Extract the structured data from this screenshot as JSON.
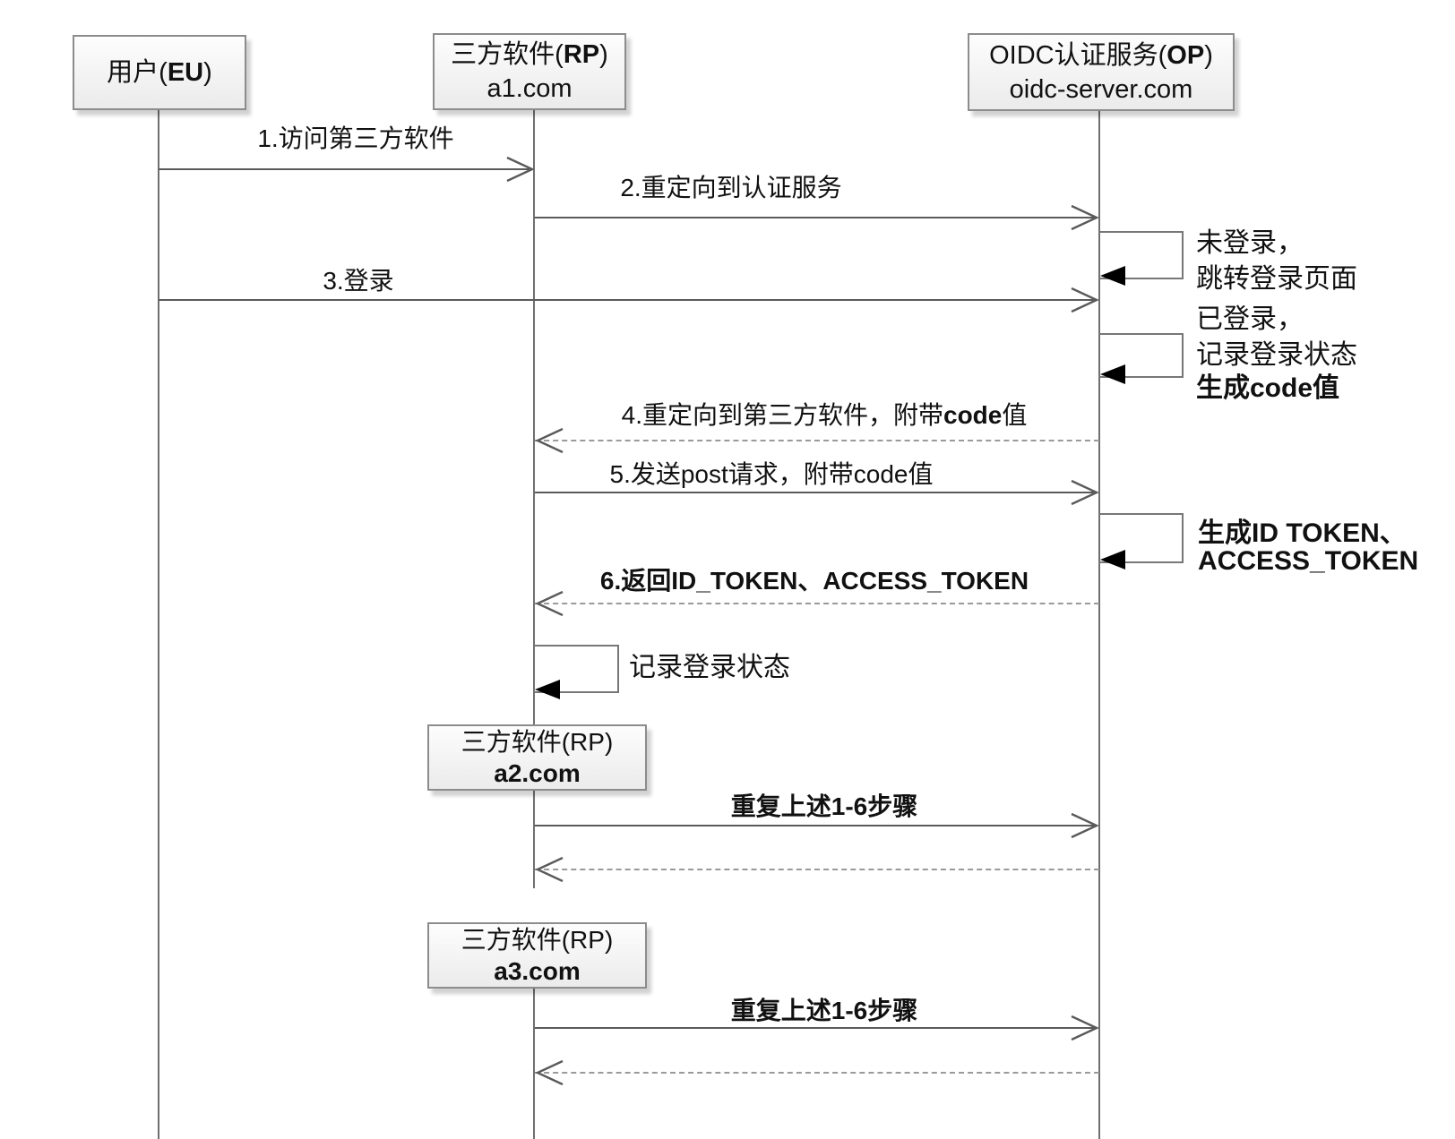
{
  "diagram": {
    "type": "sequence",
    "actors": {
      "eu": {
        "line1_pre": "用户(",
        "line1_bold": "EU",
        "line1_post": ")"
      },
      "rp": {
        "line1_pre": "三方软件(",
        "line1_bold": "RP",
        "line1_post": ")",
        "line2": "a1.com"
      },
      "op": {
        "line1_pre": "OIDC认证服务(",
        "line1_bold": "OP",
        "line1_post": ")",
        "line2": "oidc-server.com"
      },
      "rp2": {
        "line1": "三方软件(RP)",
        "line2": "a2.com"
      },
      "rp3": {
        "line1": "三方软件(RP)",
        "line2": "a3.com"
      }
    },
    "messages": {
      "m1": {
        "label": "1.访问第三方软件"
      },
      "m2": {
        "label": "2.重定向到认证服务"
      },
      "m3": {
        "label": "3.登录"
      },
      "m4": {
        "pre": "4.重定向到第三方软件，附带",
        "bold": "code",
        "post": "值"
      },
      "m5": {
        "label": "5.发送post请求，附带code值"
      },
      "m6": {
        "label": "6.返回ID_TOKEN、ACCESS_TOKEN"
      },
      "repeat1": {
        "label": "重复上述1-6步骤"
      },
      "repeat2": {
        "label": "重复上述1-6步骤"
      }
    },
    "notes": {
      "not_logged_1": "未登录，",
      "not_logged_2": "跳转登录页面",
      "logged_1": "已登录，",
      "logged_2": "记录登录状态",
      "logged_3": "生成code值",
      "token_1": "生成ID TOKEN、",
      "token_2": "ACCESS_TOKEN",
      "rp_state": "记录登录状态"
    },
    "colors": {
      "line": "#5a5a5a",
      "dashed_line": "#9a9a9a",
      "text": "#111111",
      "box_border": "#8c8c8c",
      "box_fill": "#ebebeb"
    }
  }
}
